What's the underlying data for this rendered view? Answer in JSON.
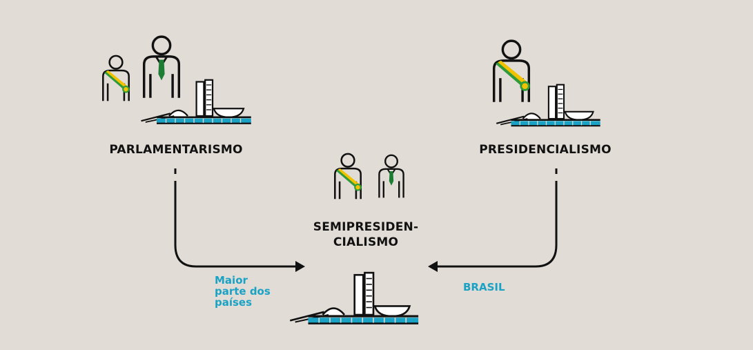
{
  "labels": {
    "parlamentarismo": "PARLAMENTARISMO",
    "presidencialismo": "PRESIDENCIALISMO",
    "semipresidencialismo_line1": "SEMIPRESIDEN-",
    "semipresidencialismo_line2": "CIALISMO"
  },
  "notes": {
    "left_line1": "Maior",
    "left_line2": "parte dos",
    "left_line3": "países",
    "right": "BRASIL"
  },
  "icons": {
    "president": "president-with-sash-icon",
    "prime_minister": "prime-minister-with-tie-icon",
    "congress": "national-congress-building-icon"
  },
  "colors": {
    "background": "#e2dcd6",
    "ink": "#111111",
    "accent": "#1aa2c4",
    "sash_green": "#2e9a3a",
    "sash_yellow": "#f2c200",
    "tie_green": "#1e7d34"
  }
}
